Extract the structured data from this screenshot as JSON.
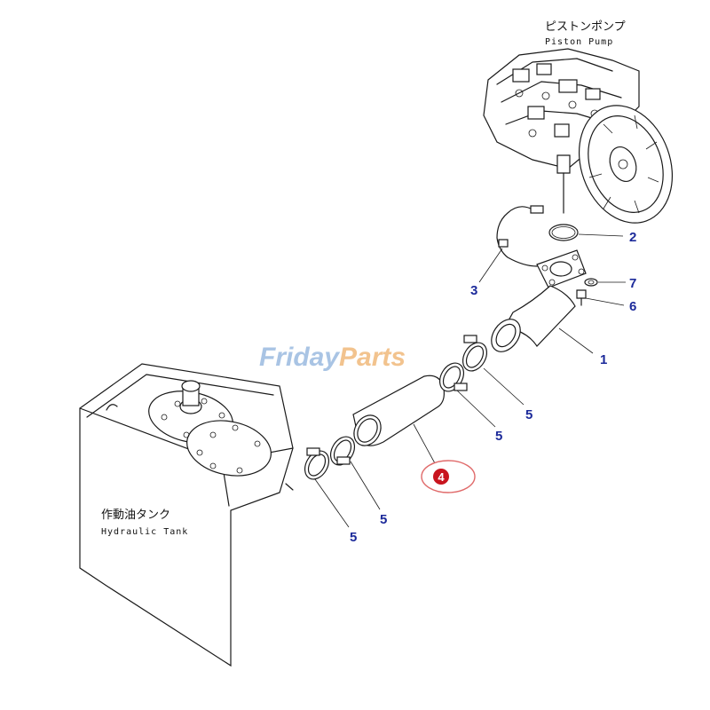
{
  "labels": {
    "pump_jp": "ピストンポンプ",
    "pump_en": "Piston Pump",
    "tank_jp": "作動油タンク",
    "tank_en": "Hydraulic Tank"
  },
  "watermark": {
    "part1": "Friday",
    "part2": "Parts",
    "color_blue": "#a9c4e4",
    "color_orange": "#f2c38e"
  },
  "callouts": {
    "c1": "1",
    "c2": "2",
    "c3": "3",
    "c4": "4",
    "c5a": "5",
    "c5b": "5",
    "c5c": "5",
    "c5d": "5",
    "c6": "6",
    "c7": "7"
  },
  "highlight": {
    "part": "4",
    "badge_color": "#c8141e",
    "ring_color": "#e06a6a"
  },
  "colors": {
    "callout_text": "#1c2a9a",
    "line": "#1a1a1a"
  }
}
